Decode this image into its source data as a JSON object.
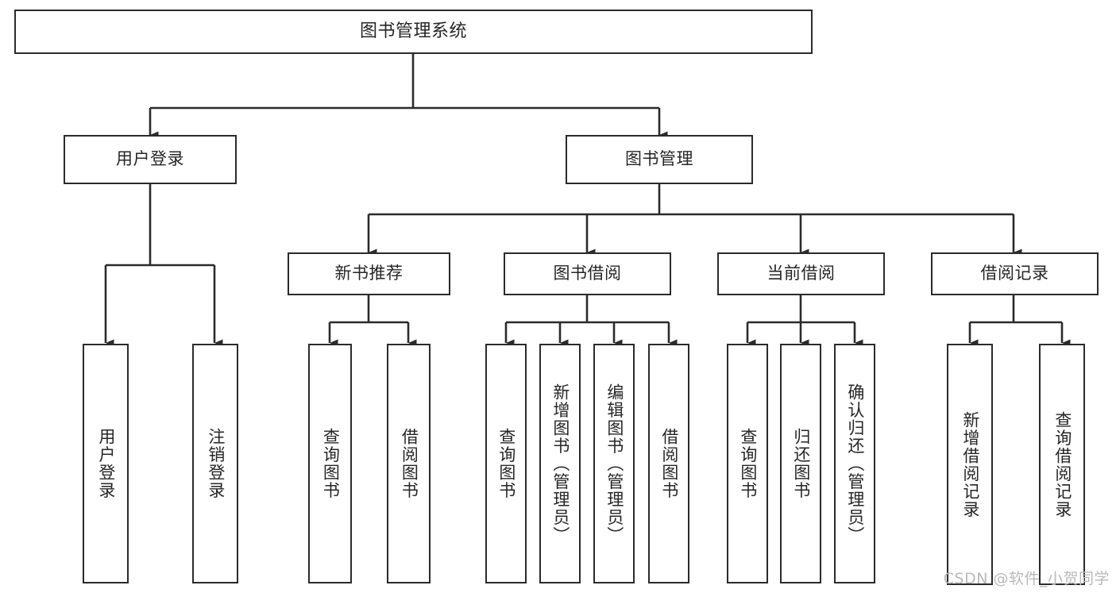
{
  "diagram": {
    "type": "tree-hierarchy",
    "title": "图书管理系统",
    "orientation": "top-down",
    "colors": {
      "box_border": "#2b2b2b",
      "box_fill": "#ffffff",
      "text": "#262626",
      "connector": "#2b2b2b",
      "watermark": "#b9b9b9",
      "background": "#ffffff"
    },
    "root": {
      "id": "root",
      "label": "图书管理系统"
    },
    "level2": [
      {
        "id": "user-login",
        "label": "用户登录"
      },
      {
        "id": "book-management",
        "label": "图书管理"
      }
    ],
    "level3": [
      {
        "id": "new-book-recommend",
        "label": "新书推荐",
        "parent": "book-management"
      },
      {
        "id": "book-borrow",
        "label": "图书借阅",
        "parent": "book-management"
      },
      {
        "id": "current-borrow",
        "label": "当前借阅",
        "parent": "book-management"
      },
      {
        "id": "borrow-record",
        "label": "借阅记录",
        "parent": "book-management"
      }
    ],
    "leaves": [
      {
        "id": "leaf-user-login",
        "label": "用户登录",
        "parent": "user-login"
      },
      {
        "id": "leaf-logout",
        "label": "注销登录",
        "parent": "user-login"
      },
      {
        "id": "leaf-query-book-1",
        "label": "查询图书",
        "parent": "new-book-recommend"
      },
      {
        "id": "leaf-borrow-book-1",
        "label": "借阅图书",
        "parent": "new-book-recommend"
      },
      {
        "id": "leaf-query-book-2",
        "label": "查询图书",
        "parent": "book-borrow"
      },
      {
        "id": "leaf-add-book",
        "label": "新增图书（管理员）",
        "parent": "book-borrow"
      },
      {
        "id": "leaf-edit-book",
        "label": "编辑图书（管理员）",
        "parent": "book-borrow"
      },
      {
        "id": "leaf-borrow-book-2",
        "label": "借阅图书",
        "parent": "book-borrow"
      },
      {
        "id": "leaf-query-book-3",
        "label": "查询图书",
        "parent": "current-borrow"
      },
      {
        "id": "leaf-return-book",
        "label": "归还图书",
        "parent": "current-borrow"
      },
      {
        "id": "leaf-confirm-return",
        "label": "确认归还（管理员）",
        "parent": "current-borrow"
      },
      {
        "id": "leaf-add-record",
        "label": "新增借阅记录",
        "parent": "borrow-record"
      },
      {
        "id": "leaf-query-record",
        "label": "查询借阅记录",
        "parent": "borrow-record"
      }
    ]
  },
  "watermark": {
    "text": "CSDN @软件_小贺同学"
  }
}
